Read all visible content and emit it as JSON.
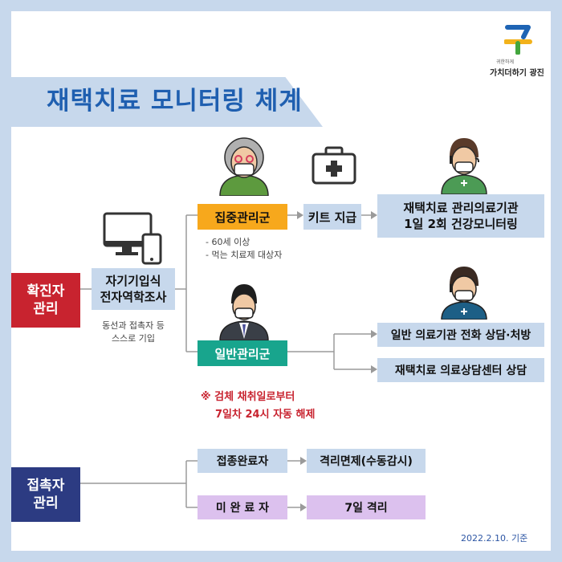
{
  "title": "재택치료 모니터링 체계",
  "logo": {
    "line1": "귀한하게",
    "line2": "가치더하기 광진"
  },
  "confirmed_label": [
    "확진자",
    "관리"
  ],
  "contact_label": [
    "접촉자",
    "관리"
  ],
  "self_entry": {
    "line1": "자기기입식",
    "line2": "전자역학조사",
    "note1": "동선과 접촉자 등",
    "note2": "스스로 기입"
  },
  "intensive_group": {
    "label": "집중관리군",
    "criteria1": "- 60세 이상",
    "criteria2": "- 먹는 치료제 대상자"
  },
  "kit": {
    "label": "키트 지급"
  },
  "hospital_monitor": {
    "line1": "재택치료 관리의료기관",
    "line2": "1일 2회 건강모니터링"
  },
  "general_group": {
    "label": "일반관리군"
  },
  "general_clinic": {
    "label": "일반 의료기관 전화 상담·처방"
  },
  "counsel_center": {
    "label": "재택치료 의료상담센터 상담"
  },
  "release_note": {
    "line1": "※ 검체 채취일로부터",
    "line2": "7일차 24시 자동 해제"
  },
  "vaccinated": {
    "label": "접종완료자",
    "result": "격리면제(수동감시)"
  },
  "unvaccinated": {
    "label": "미 완 료 자",
    "result": "7일 격리"
  },
  "date": "2022.2.10. 기준",
  "colors": {
    "red": "#c8232f",
    "navy": "#2c3b82",
    "orange": "#f7a81c",
    "teal": "#18a58d",
    "light_blue": "#c7d8ec",
    "purple": "#dcc1ee"
  }
}
